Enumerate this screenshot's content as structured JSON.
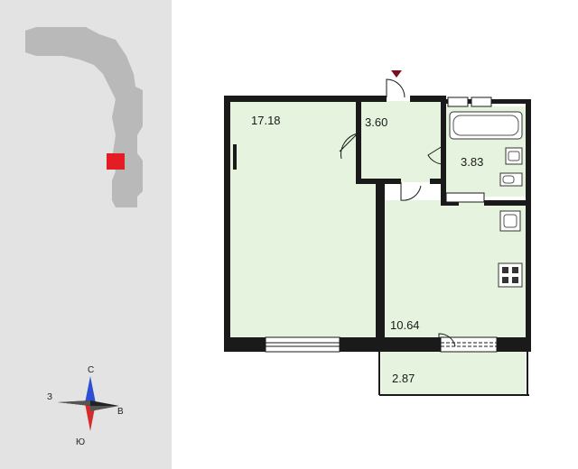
{
  "rooms": {
    "living": "17.18",
    "hall": "3.60",
    "bathroom": "3.83",
    "kitchen": "10.64",
    "balcony": "2.87"
  },
  "compass": {
    "north": "С",
    "south": "Ю",
    "west": "З",
    "east": "В"
  },
  "colors": {
    "room_fill": "#e6f4df",
    "wall": "#1a1a1a",
    "entrance_marker": "#7a1020",
    "apartment_highlight": "#e41c23",
    "building_shape": "#b9b9b9",
    "compass_north": "#2c4fd6",
    "compass_south": "#d62b2b"
  }
}
